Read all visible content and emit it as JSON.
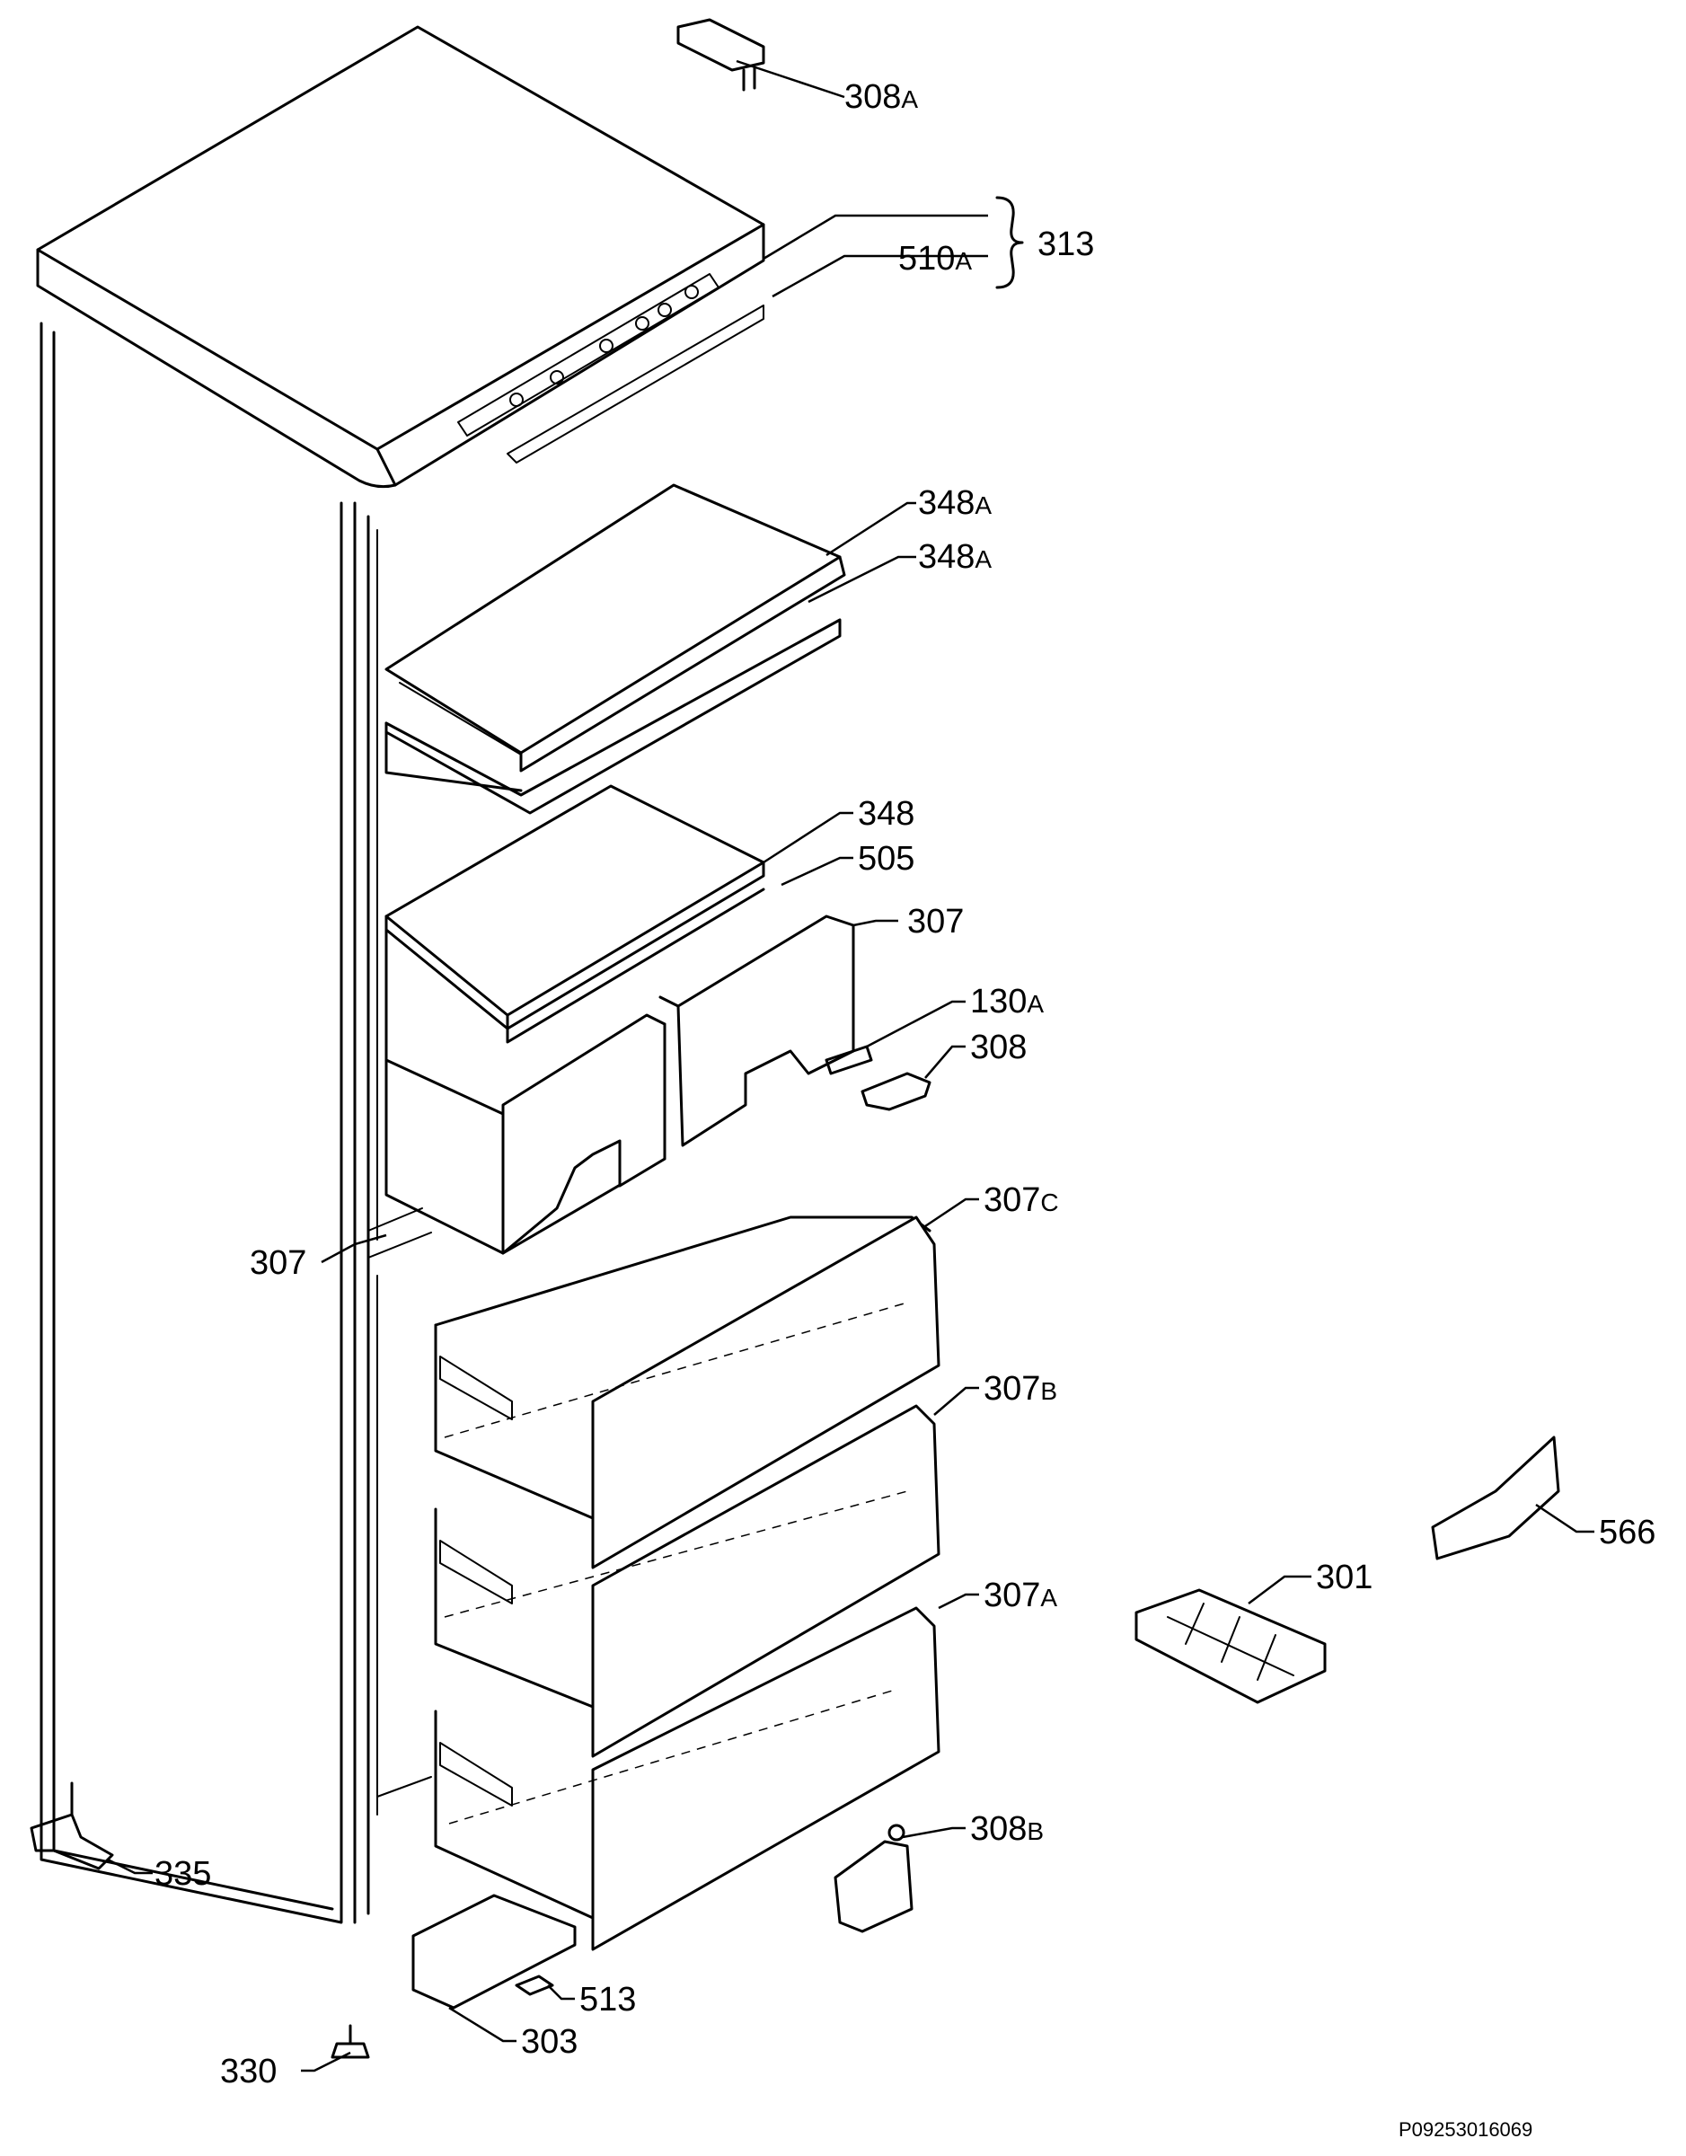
{
  "labels": {
    "l308a": {
      "num": "308",
      "suffix": "A"
    },
    "l313": {
      "num": "313",
      "suffix": ""
    },
    "l510a": {
      "num": "510",
      "suffix": "A"
    },
    "l348a_1": {
      "num": "348",
      "suffix": "A"
    },
    "l348a_2": {
      "num": "348",
      "suffix": "A"
    },
    "l348": {
      "num": "348",
      "suffix": ""
    },
    "l505": {
      "num": "505",
      "suffix": ""
    },
    "l307_right": {
      "num": "307",
      "suffix": ""
    },
    "l130a": {
      "num": "130",
      "suffix": "A"
    },
    "l308": {
      "num": "308",
      "suffix": ""
    },
    "l307_left": {
      "num": "307",
      "suffix": ""
    },
    "l307c": {
      "num": "307",
      "suffix": "C"
    },
    "l307b": {
      "num": "307",
      "suffix": "B"
    },
    "l566": {
      "num": "566",
      "suffix": ""
    },
    "l301": {
      "num": "301",
      "suffix": ""
    },
    "l307a": {
      "num": "307",
      "suffix": "A"
    },
    "l335": {
      "num": "335",
      "suffix": ""
    },
    "l308b": {
      "num": "308",
      "suffix": "B"
    },
    "l513": {
      "num": "513",
      "suffix": ""
    },
    "l330": {
      "num": "330",
      "suffix": ""
    },
    "l303": {
      "num": "303",
      "suffix": ""
    }
  },
  "document_code": "P09253016069"
}
